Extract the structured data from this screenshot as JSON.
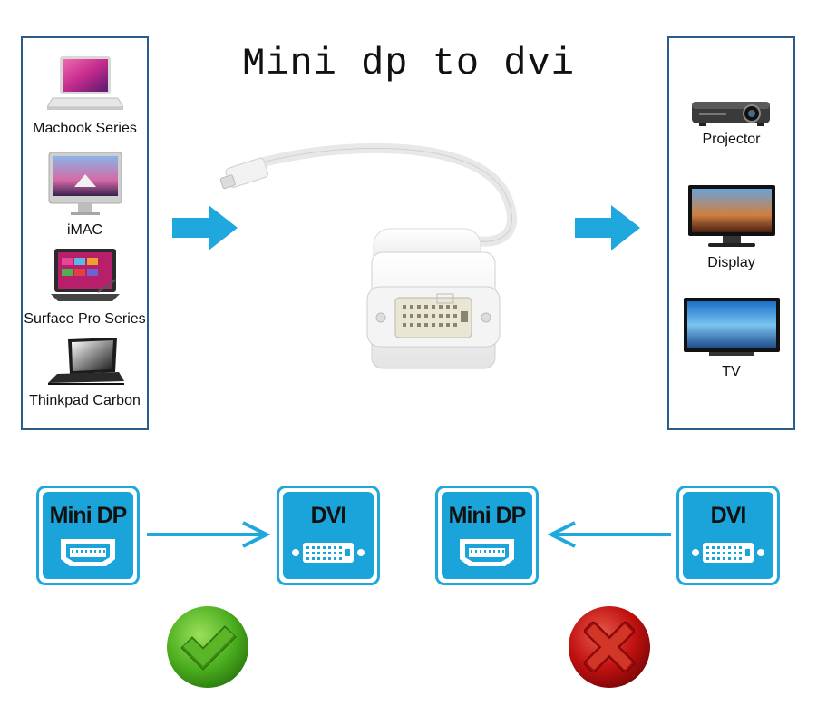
{
  "title": "Mini dp to dvi",
  "source_devices": [
    {
      "label": "Macbook Series",
      "icon": "laptop-icon"
    },
    {
      "label": "iMAC",
      "icon": "imac-icon"
    },
    {
      "label": "Surface Pro Series",
      "icon": "tablet-icon"
    },
    {
      "label": "Thinkpad Carbon",
      "icon": "laptop-icon"
    }
  ],
  "target_devices": [
    {
      "label": "Projector",
      "icon": "projector-icon"
    },
    {
      "label": "Display",
      "icon": "monitor-icon"
    },
    {
      "label": "TV",
      "icon": "tv-icon"
    }
  ],
  "compat": {
    "supported": {
      "from": "Mini DP",
      "to": "DVI",
      "result": "checkmark-icon"
    },
    "unsupported": {
      "from": "DVI",
      "to": "Mini DP",
      "result": "cross-icon"
    }
  },
  "colors": {
    "accent": "#1aa4da",
    "panel_border": "#2b5c8a",
    "ok": "#4caf1f",
    "bad": "#c01010"
  }
}
